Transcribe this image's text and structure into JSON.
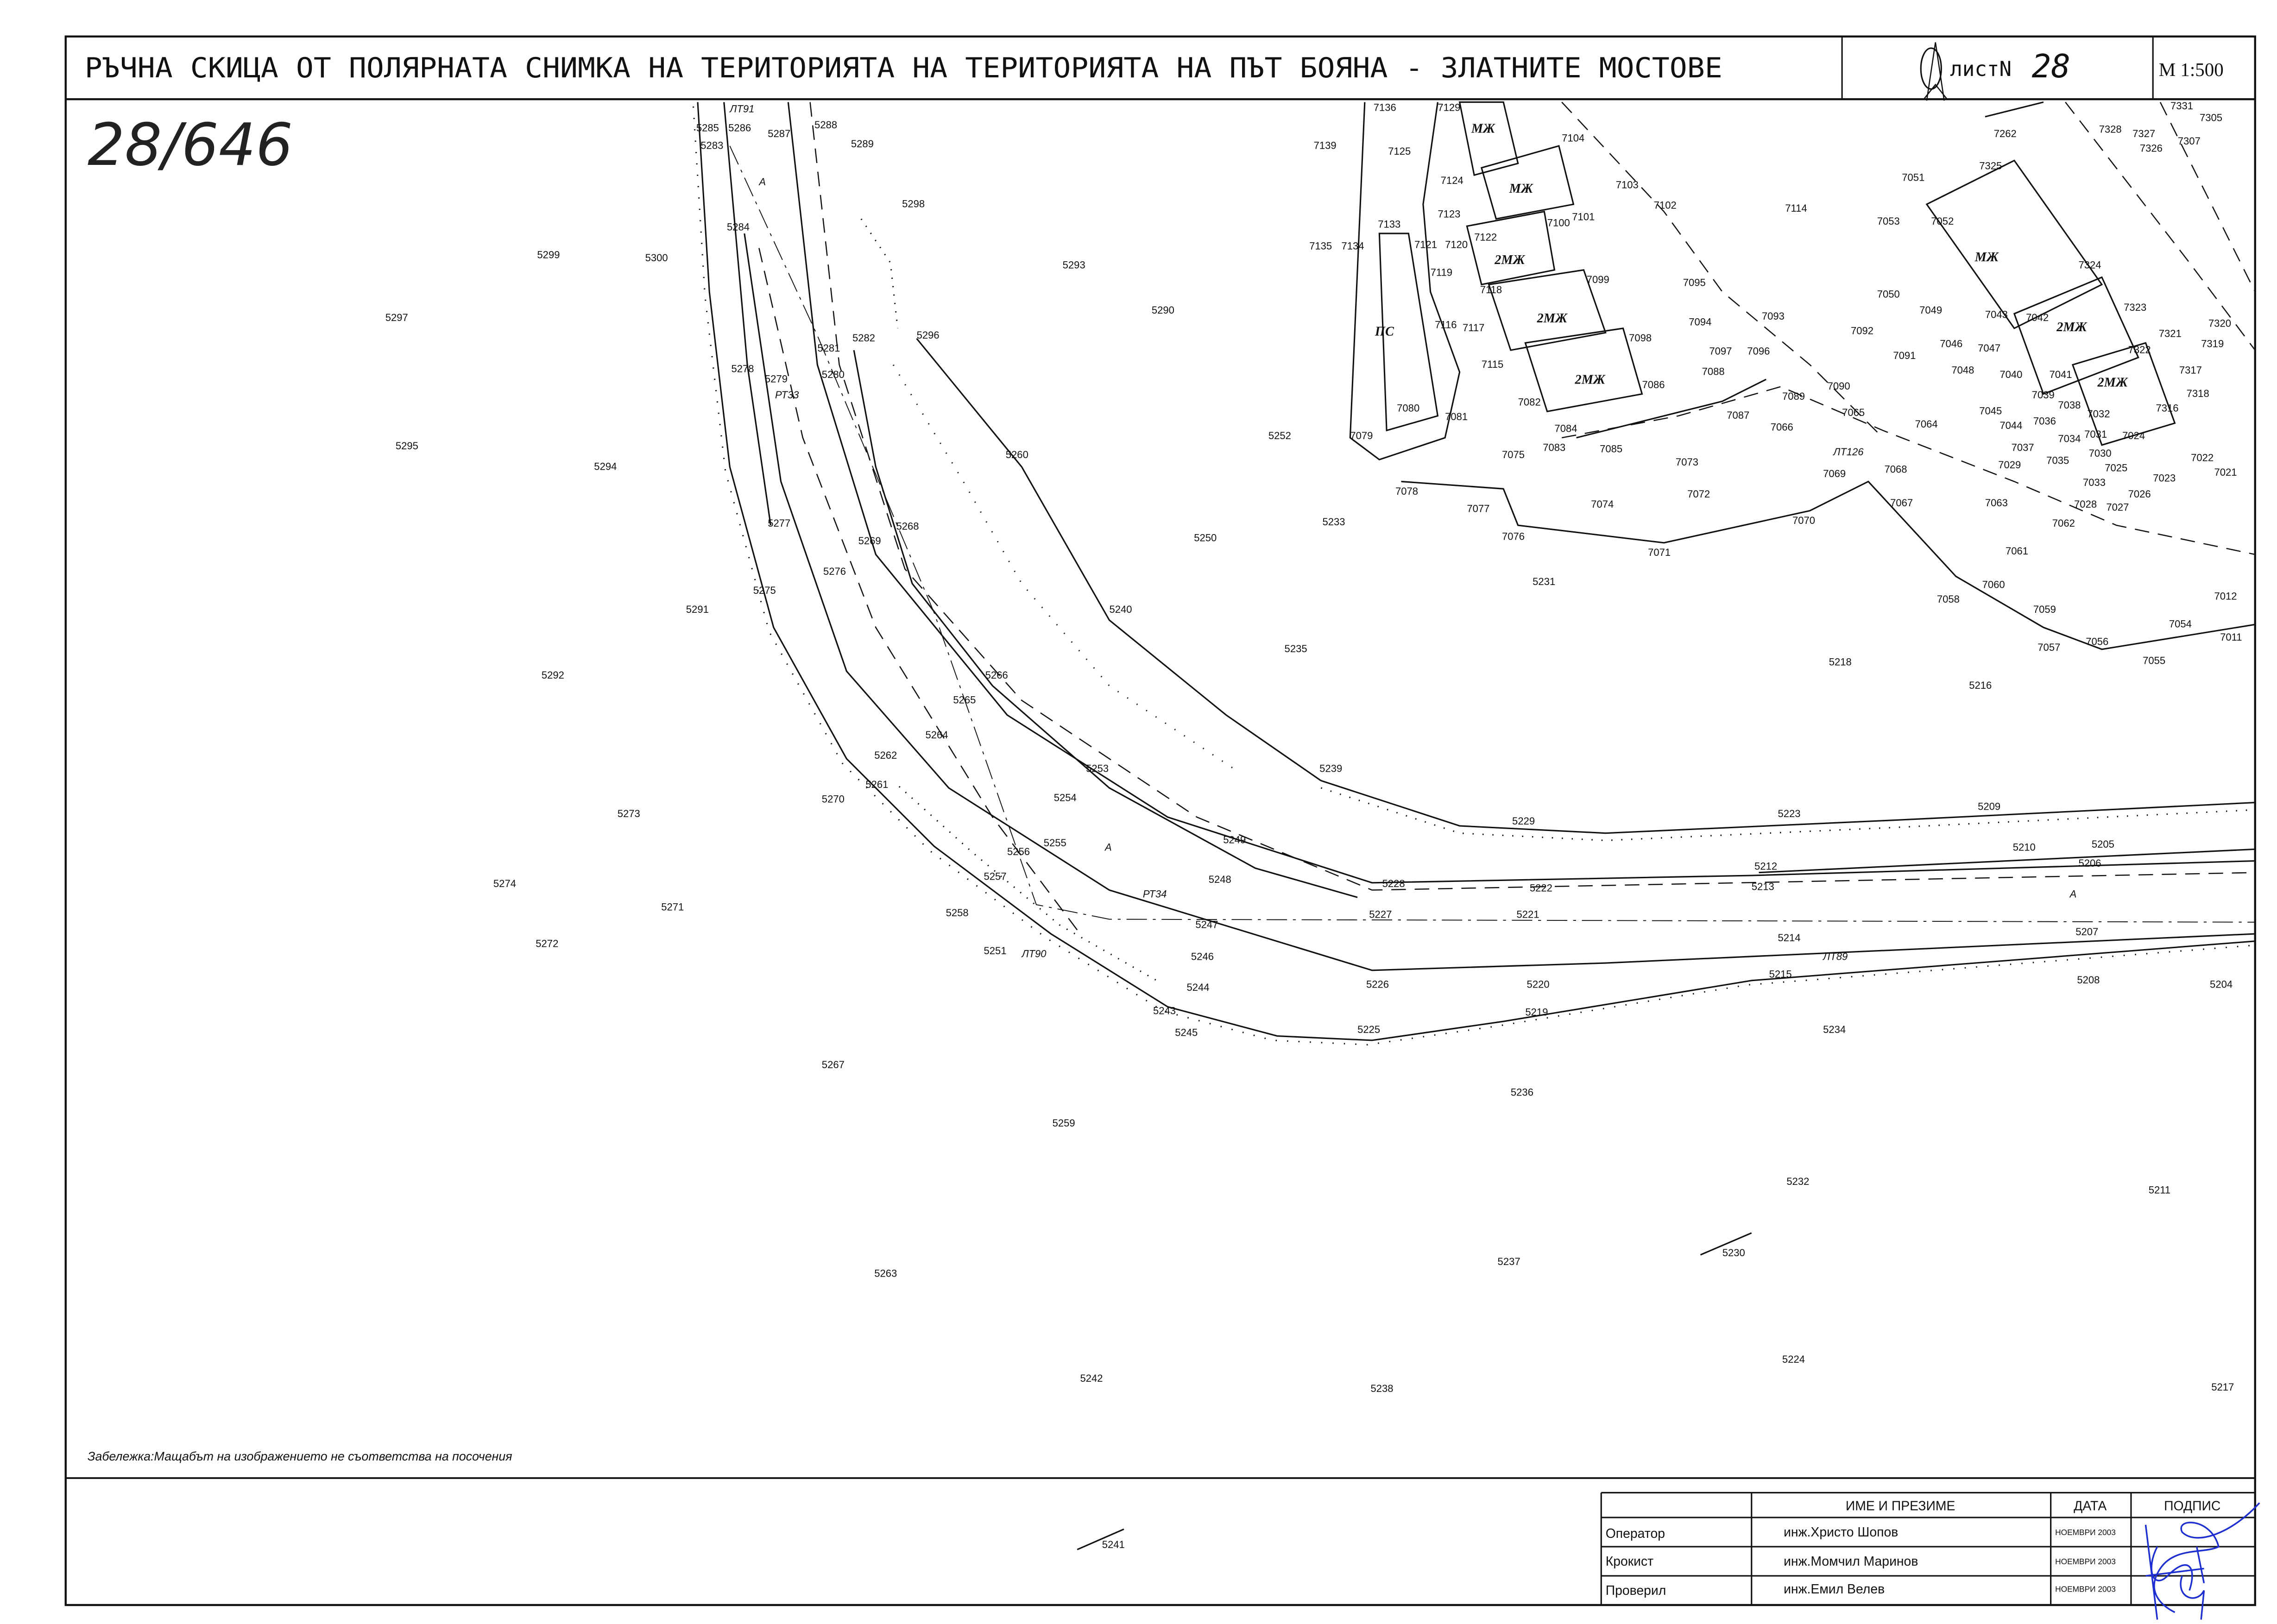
{
  "title": "РЪЧНА СКИЦА ОТ ПОЛЯРНАТА СНИМКА НА ТЕРИТОРИЯТА НА ТЕРИТОРИЯТА НА ПЪТ БОЯНА - ЗЛАТНИТЕ МОСТОВЕ",
  "sheet": {
    "label": "листN",
    "number": "28"
  },
  "scale": "М 1:500",
  "handwritten_ref": "28/646",
  "note": "Забележка:Мащабът на изображението не съответства на посочения",
  "signoff_table": {
    "headers": [
      "",
      "ИМЕ И ПРЕЗИМЕ",
      "ДАТА",
      "ПОДПИС"
    ],
    "rows": [
      {
        "role": "Оператор",
        "name": "инж.Христо Шопов",
        "date": "НОЕМВРИ 2003"
      },
      {
        "role": "Крокист",
        "name": "инж.Момчил Маринов",
        "date": "НОЕМВРИ 2003"
      },
      {
        "role": "Проверил",
        "name": "инж.Емил Велев",
        "date": "НОЕМВРИ 2003"
      }
    ]
  },
  "building_labels": [
    "МЖ",
    "МЖ",
    "2МЖ",
    "2МЖ",
    "2МЖ",
    "ПС",
    "МЖ",
    "2МЖ",
    "2МЖ"
  ],
  "station_labels": [
    "ЛТ91",
    "РТ33",
    "А",
    "РТ34",
    "ЛТ90",
    "А",
    "ЛТ126",
    "ЛТ89",
    "А"
  ],
  "point_labels": [
    "5299",
    "5300",
    "5297",
    "5295",
    "5294",
    "5291",
    "5292",
    "5273",
    "5274",
    "5271",
    "5272",
    "5267",
    "5259",
    "5263",
    "5242",
    "5238",
    "5241",
    "5237",
    "5230",
    "5232",
    "5224",
    "5236",
    "5234",
    "5211",
    "5217",
    "5225",
    "5219",
    "5215",
    "5226",
    "5220",
    "5208",
    "5204",
    "5207",
    "5214",
    "5221",
    "5227",
    "5222",
    "5228",
    "5213",
    "5212",
    "5210",
    "5206",
    "5205",
    "5209",
    "5223",
    "5229",
    "5239",
    "5249",
    "5248",
    "5247",
    "5246",
    "5244",
    "5243",
    "5245",
    "5251",
    "5258",
    "5257",
    "5256",
    "5255",
    "5254",
    "5253",
    "5270",
    "5261",
    "5262",
    "5264",
    "5265",
    "5266",
    "5240",
    "5235",
    "5250",
    "5233",
    "5231",
    "5252",
    "5260",
    "5268",
    "5269",
    "5276",
    "5275",
    "5277",
    "5278",
    "5279",
    "5280",
    "5281",
    "5282",
    "5296",
    "5298",
    "5293",
    "5290",
    "5289",
    "5288",
    "5287",
    "5286",
    "5285",
    "5284",
    "5283",
    "5218",
    "5216",
    "7071",
    "7070",
    "7076",
    "7077",
    "7078",
    "7079",
    "7074",
    "7072",
    "7073",
    "7075",
    "7083",
    "7085",
    "7084",
    "7081",
    "7080",
    "7139",
    "7136",
    "7129",
    "7125",
    "7133",
    "7135",
    "7134",
    "7104",
    "7103",
    "7102",
    "7114",
    "7095",
    "7094",
    "7093",
    "7092",
    "7091",
    "7097",
    "7096",
    "7088",
    "7090",
    "7089",
    "7087",
    "7066",
    "7065",
    "7064",
    "7069",
    "7068",
    "7067",
    "7063",
    "7062",
    "7061",
    "7060",
    "7058",
    "7059",
    "7057",
    "7056",
    "7055",
    "7054",
    "7012",
    "7011",
    "7053",
    "7052",
    "7051",
    "7325",
    "7050",
    "7049",
    "7043",
    "7042",
    "7324",
    "7323",
    "7321",
    "7322",
    "7320",
    "7319",
    "7317",
    "7316",
    "7318",
    "7022",
    "7021",
    "7023",
    "7024",
    "7026",
    "7027",
    "7028",
    "7025",
    "7033",
    "7030",
    "7031",
    "7032",
    "7035",
    "7029",
    "7037",
    "7044",
    "7045",
    "7036",
    "7034",
    "7038",
    "7039",
    "7040",
    "7041",
    "7048",
    "7046",
    "7047",
    "7262",
    "7328",
    "7327",
    "7326",
    "7307",
    "7305",
    "7331",
    "7124",
    "7123",
    "7121",
    "7120",
    "7119",
    "7122",
    "7118",
    "7117",
    "7116",
    "7115",
    "7082",
    "7086",
    "7098",
    "7099",
    "7100",
    "7101"
  ]
}
